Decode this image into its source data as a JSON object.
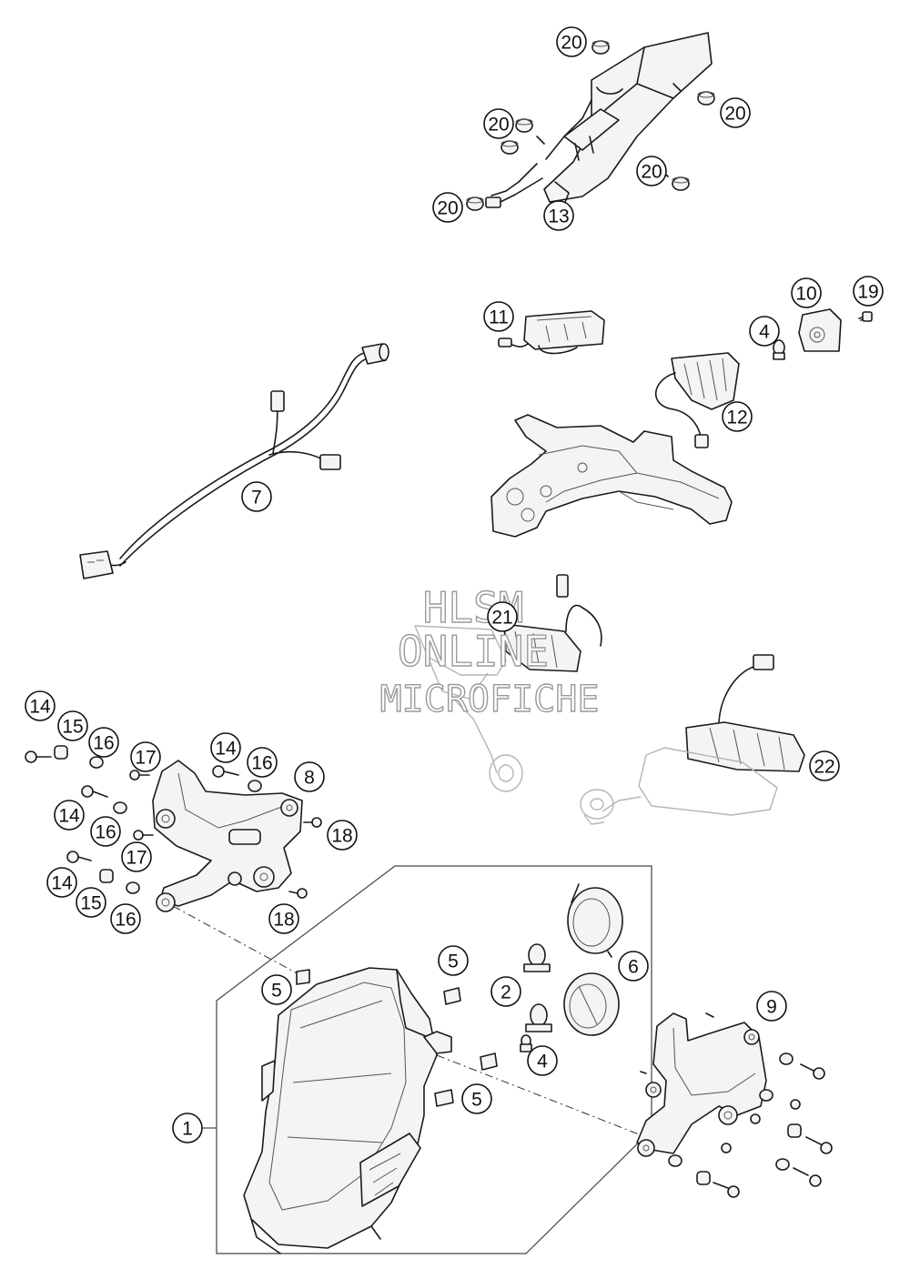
{
  "watermark": {
    "line1": "HLSM",
    "line2": "ONLINE",
    "line3": "MICROFICHE"
  },
  "callouts": [
    {
      "label": "20",
      "part": "20"
    },
    {
      "label": "20",
      "part": "20"
    },
    {
      "label": "20",
      "part": "20"
    },
    {
      "label": "20",
      "part": "20"
    },
    {
      "label": "20",
      "part": "20"
    },
    {
      "label": "13",
      "part": "13"
    },
    {
      "label": "11",
      "part": "11"
    },
    {
      "label": "10",
      "part": "10"
    },
    {
      "label": "19",
      "part": "19"
    },
    {
      "label": "4",
      "part": "4"
    },
    {
      "label": "12",
      "part": "12"
    },
    {
      "label": "7",
      "part": "7"
    },
    {
      "label": "21",
      "part": "21"
    },
    {
      "label": "22",
      "part": "22"
    },
    {
      "label": "14",
      "part": "14"
    },
    {
      "label": "15",
      "part": "15"
    },
    {
      "label": "16",
      "part": "16"
    },
    {
      "label": "17",
      "part": "17"
    },
    {
      "label": "14",
      "part": "14"
    },
    {
      "label": "16",
      "part": "16"
    },
    {
      "label": "8",
      "part": "8"
    },
    {
      "label": "14",
      "part": "14"
    },
    {
      "label": "16",
      "part": "16"
    },
    {
      "label": "18",
      "part": "18"
    },
    {
      "label": "17",
      "part": "17"
    },
    {
      "label": "14",
      "part": "14"
    },
    {
      "label": "15",
      "part": "15"
    },
    {
      "label": "16",
      "part": "16"
    },
    {
      "label": "18",
      "part": "18"
    },
    {
      "label": "5",
      "part": "5"
    },
    {
      "label": "5",
      "part": "5"
    },
    {
      "label": "6",
      "part": "6"
    },
    {
      "label": "2",
      "part": "2"
    },
    {
      "label": "4",
      "part": "4"
    },
    {
      "label": "5",
      "part": "5"
    },
    {
      "label": "9",
      "part": "9"
    },
    {
      "label": "1",
      "part": "1"
    }
  ]
}
